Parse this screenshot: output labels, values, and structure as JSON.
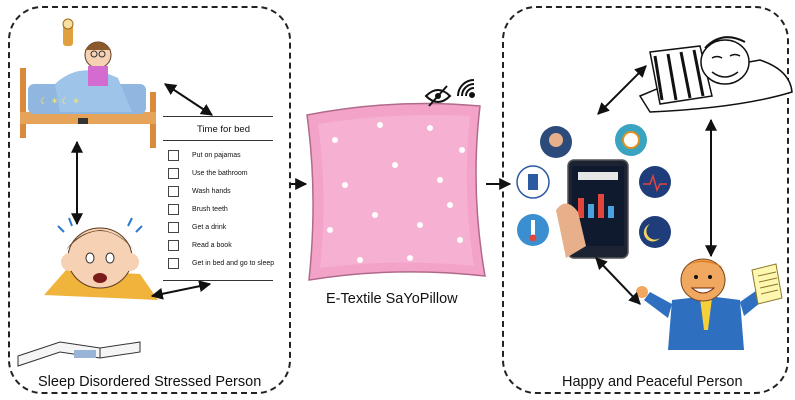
{
  "left_panel": {
    "caption": "Sleep Disordered Stressed Person",
    "checklist": {
      "title": "Time for bed",
      "items": [
        "Put on pajamas",
        "Use the bathroom",
        "Wash hands",
        "Brush teeth",
        "Get a drink",
        "Read a book",
        "Get in bed and go to sleep"
      ]
    }
  },
  "center": {
    "caption": "E-Textile SaYoPillow",
    "icons": [
      "eye-slash-icon",
      "wifi-icon"
    ]
  },
  "right_panel": {
    "caption": "Happy and Peaceful Person",
    "app_icons": [
      "person-head-icon",
      "alarm-clock-icon",
      "pill-bottle-icon",
      "heart-monitor-icon",
      "thermometer-icon",
      "night-moon-icon"
    ]
  },
  "colors": {
    "pillow": "#f4a3c8",
    "quilt": "#8fb7e0",
    "bed_frame": "#d98a3d",
    "shirt_blue": "#2f6fc0",
    "dashed_border": "#222222"
  }
}
